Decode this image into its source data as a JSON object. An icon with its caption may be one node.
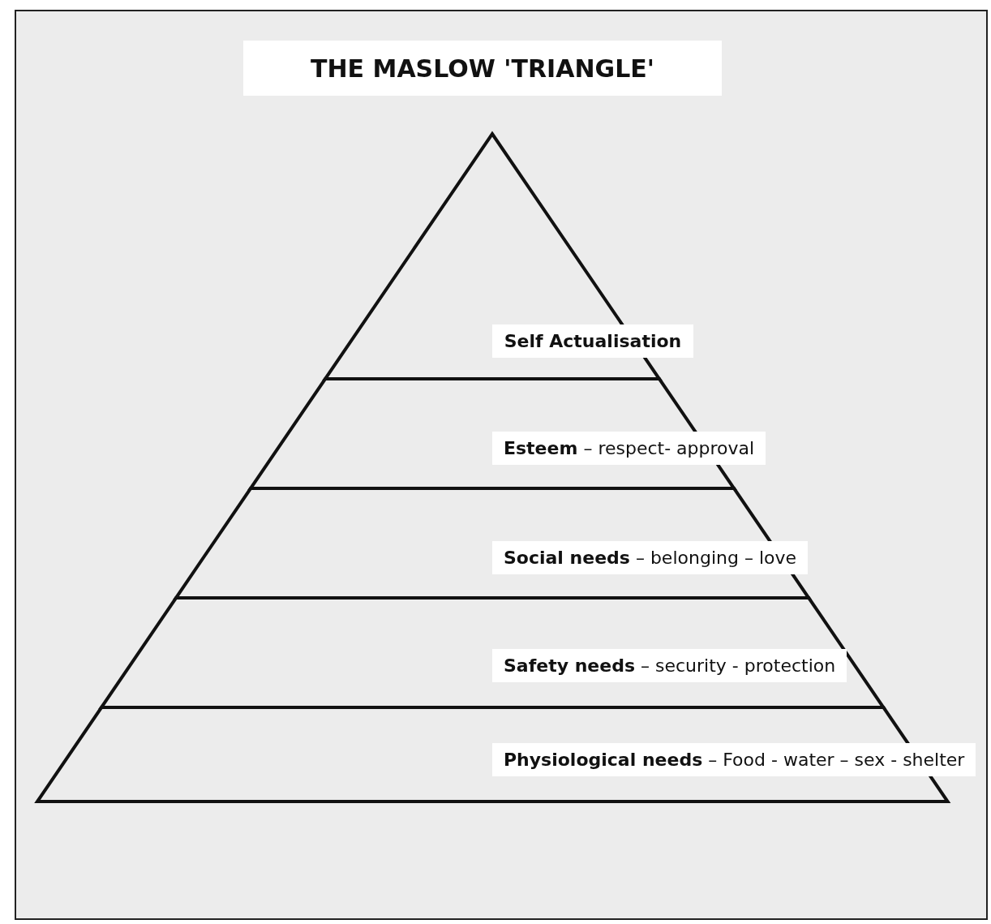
{
  "diagram": {
    "title": "THE MASLOW 'TRIANGLE'",
    "nodes": [
      {
        "text": [
          "Self Actualisation"
        ]
      },
      {
        "text": [
          "**Esteem** – respect- approval"
        ]
      },
      {
        "text": [
          "**Social needs** – belonging – love"
        ]
      },
      {
        "text": [
          "**Safety needs** – security - protection"
        ]
      },
      {
        "text": [
          "**Physiological  needs** – Food - water – sex - shelter"
        ]
      }
    ]
  }
}
